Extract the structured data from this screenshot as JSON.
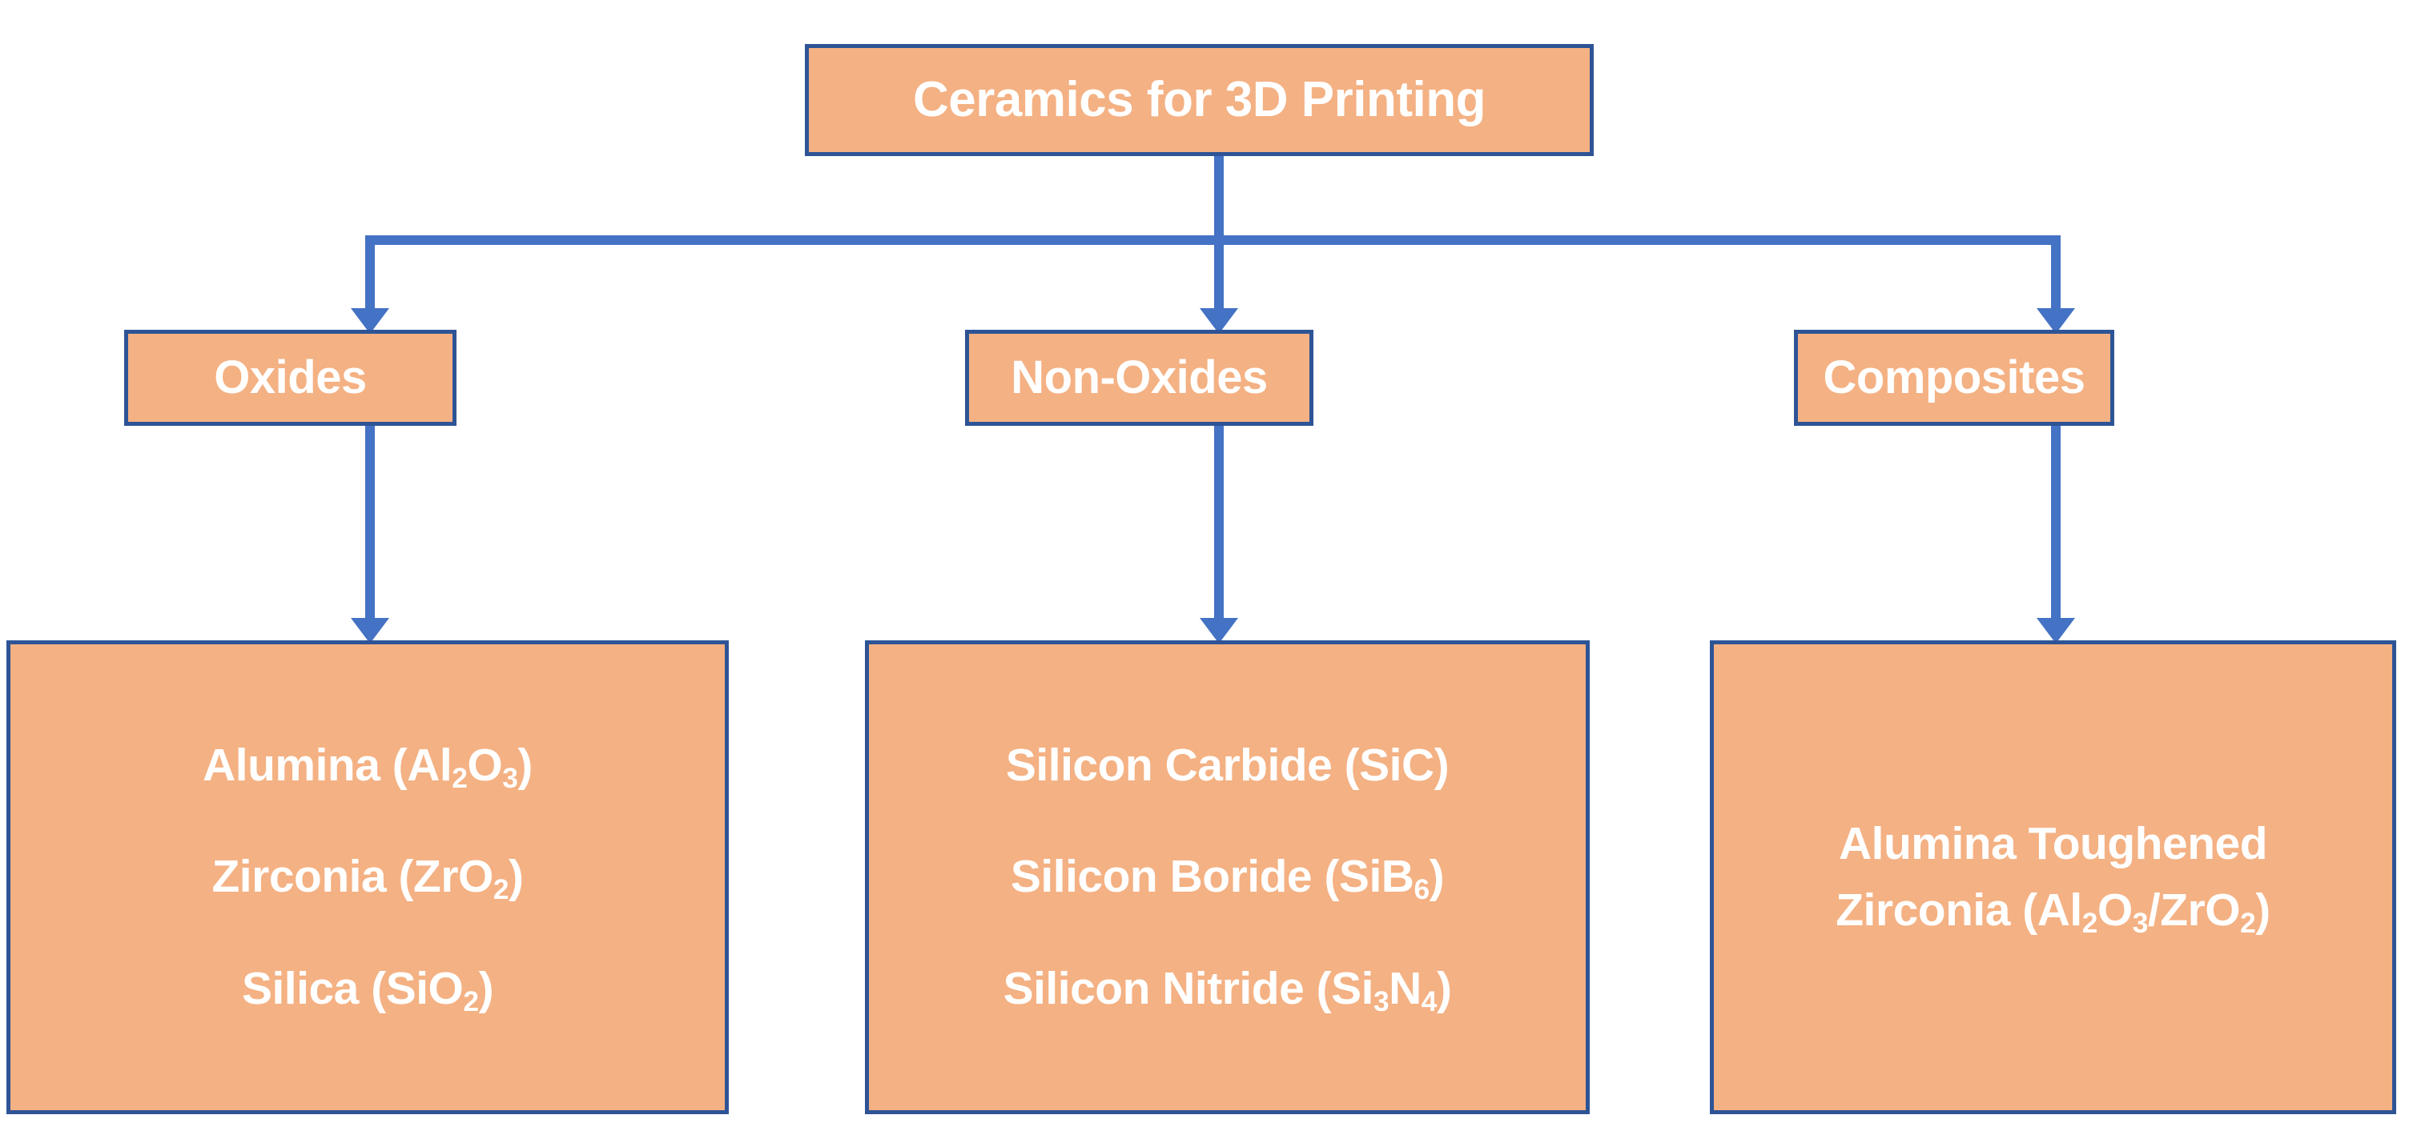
{
  "diagram": {
    "title": "Ceramics for 3D Printing",
    "colors": {
      "node_fill": "#F4B183",
      "node_border": "#2E5496",
      "connector": "#4472C4",
      "node_text": "#FFFFFF",
      "background": "#FFFFFF"
    },
    "root": {
      "label": "Ceramics for 3D Printing"
    },
    "categories": [
      {
        "label": "Oxides",
        "items": [
          {
            "name": "Alumina",
            "formula_prefix": "(Al",
            "sub1": "2",
            "mid": "O",
            "sub2": "3",
            "suffix": ")"
          },
          {
            "name": "Zirconia",
            "formula_prefix": "(ZrO",
            "sub1": "2",
            "mid": "",
            "sub2": "",
            "suffix": ")"
          },
          {
            "name": "Silica",
            "formula_prefix": "(SiO",
            "sub1": "2",
            "mid": "",
            "sub2": "",
            "suffix": ")"
          }
        ],
        "items_plain": [
          "Alumina (Al2O3)",
          "Zirconia (ZrO2)",
          "Silica (SiO2)"
        ]
      },
      {
        "label": "Non-Oxides",
        "items": [
          {
            "name": "Silicon Carbide",
            "formula_prefix": "(SiC",
            "sub1": "",
            "mid": "",
            "sub2": "",
            "suffix": ")"
          },
          {
            "name": "Silicon Boride",
            "formula_prefix": "(SiB",
            "sub1": "6",
            "mid": "",
            "sub2": "",
            "suffix": ")"
          },
          {
            "name": "Silicon Nitride",
            "formula_prefix": "(Si",
            "sub1": "3",
            "mid": "N",
            "sub2": "4",
            "suffix": ")"
          }
        ],
        "items_plain": [
          "Silicon Carbide (SiC)",
          "Silicon Boride (SiB6)",
          "Silicon Nitride (Si3N4)"
        ]
      },
      {
        "label": "Composites",
        "items": [
          {
            "name": "Alumina Toughened",
            "formula_prefix": "",
            "sub1": "",
            "mid": "",
            "sub2": "",
            "suffix": ""
          },
          {
            "name": "Zirconia",
            "formula_prefix": "(Al",
            "sub1": "2",
            "mid": "O",
            "sub2": "3",
            "suffix": "/ZrO"
          }
        ],
        "items_plain": [
          "Alumina Toughened Zirconia (Al2O3/ZrO2)"
        ]
      }
    ],
    "leaf_text": {
      "oxides": {
        "line1_a": "Alumina (Al",
        "line1_sub1": "2",
        "line1_b": "O",
        "line1_sub2": "3",
        "line1_c": ")",
        "line2_a": "Zirconia (ZrO",
        "line2_sub1": "2",
        "line2_c": ")",
        "line3_a": "Silica (SiO",
        "line3_sub1": "2",
        "line3_c": ")"
      },
      "non_oxides": {
        "line1_a": "Silicon Carbide (SiC)",
        "line2_a": "Silicon Boride (SiB",
        "line2_sub1": "6",
        "line2_c": ")",
        "line3_a": "Silicon Nitride (Si",
        "line3_sub1": "3",
        "line3_b": "N",
        "line3_sub2": "4",
        "line3_c": ")"
      },
      "composites": {
        "line1_a": "Alumina Toughened",
        "line2_a": "Zirconia (Al",
        "line2_sub1": "2",
        "line2_b": "O",
        "line2_sub2": "3",
        "line2_c": "/ZrO",
        "line2_sub3": "2",
        "line2_d": ")"
      }
    }
  }
}
